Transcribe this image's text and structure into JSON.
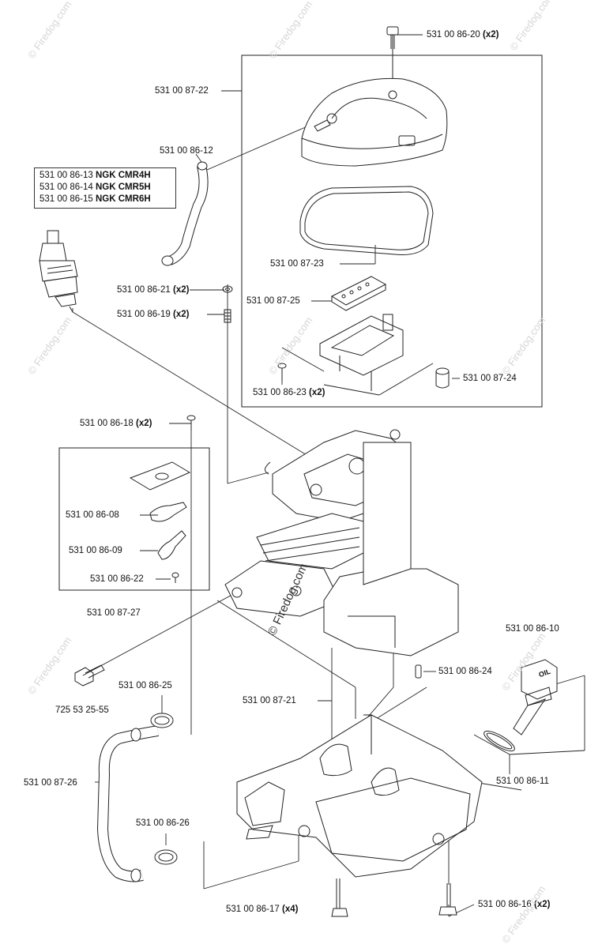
{
  "watermark": "© Firedog.com",
  "watermark_main": "© Firedog.com",
  "spark_plug_box": [
    {
      "part": "531 00 86-13",
      "spec": "NGK CMR4H"
    },
    {
      "part": "531 00 86-14",
      "spec": "NGK CMR5H"
    },
    {
      "part": "531 00 86-15",
      "spec": "NGK CMR6H"
    }
  ],
  "labels": {
    "p_86_20": {
      "part": "531 00 86-20",
      "qty": "(x2)"
    },
    "p_87_22": {
      "part": "531 00 87-22",
      "qty": ""
    },
    "p_86_12": {
      "part": "531 00 86-12",
      "qty": ""
    },
    "p_87_23": {
      "part": "531 00 87-23",
      "qty": ""
    },
    "p_86_21": {
      "part": "531 00 86-21",
      "qty": "(x2)"
    },
    "p_87_25": {
      "part": "531 00 87-25",
      "qty": ""
    },
    "p_86_19": {
      "part": "531 00 86-19",
      "qty": "(x2)"
    },
    "p_86_23": {
      "part": "531 00 86-23",
      "qty": "(x2)"
    },
    "p_87_24": {
      "part": "531 00 87-24",
      "qty": ""
    },
    "p_86_18": {
      "part": "531 00 86-18",
      "qty": "(x2)"
    },
    "p_86_08": {
      "part": "531 00 86-08",
      "qty": ""
    },
    "p_86_09": {
      "part": "531 00 86-09",
      "qty": ""
    },
    "p_86_22": {
      "part": "531 00 86-22",
      "qty": ""
    },
    "p_87_27": {
      "part": "531 00 87-27",
      "qty": ""
    },
    "p_86_10": {
      "part": "531 00 86-10",
      "qty": ""
    },
    "p_86_24": {
      "part": "531 00 86-24",
      "qty": ""
    },
    "p_86_25": {
      "part": "531 00 86-25",
      "qty": ""
    },
    "p_725": {
      "part": "725 53 25-55",
      "qty": ""
    },
    "p_87_21": {
      "part": "531 00 87-21",
      "qty": ""
    },
    "p_86_11": {
      "part": "531 00 86-11",
      "qty": ""
    },
    "p_87_26": {
      "part": "531 00 87-26",
      "qty": ""
    },
    "p_86_26": {
      "part": "531 00 86-26",
      "qty": ""
    },
    "p_86_17": {
      "part": "531 00 86-17",
      "qty": "(x4)"
    },
    "p_86_16": {
      "part": "531 00 86-16",
      "qty": "(x2)"
    }
  },
  "oil_cap_text": "OIL",
  "colors": {
    "line": "#222222",
    "watermark": "#d6d6d6"
  }
}
